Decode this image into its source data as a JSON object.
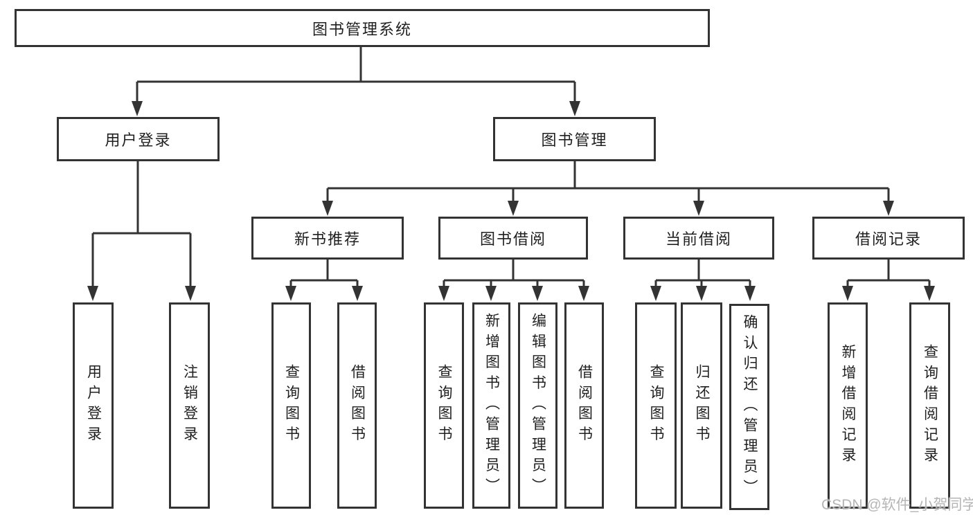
{
  "colors": {
    "line": "#333333",
    "text": "#1f1f1f",
    "background": "#ffffff",
    "watermark": "#b5b5b5"
  },
  "watermark": {
    "text": "CSDN @软件_小贺同学"
  },
  "tree": {
    "root": {
      "label": "图书管理系统"
    },
    "branches": [
      {
        "label": "用户登录",
        "children": [
          {
            "label": "用户登录"
          },
          {
            "label": "注销登录"
          }
        ]
      },
      {
        "label": "图书管理",
        "children": [
          {
            "label": "新书推荐",
            "children": [
              {
                "label": "查询图书"
              },
              {
                "label": "借阅图书"
              }
            ]
          },
          {
            "label": "图书借阅",
            "children": [
              {
                "label": "查询图书"
              },
              {
                "label": "新增图书（管理员）"
              },
              {
                "label": "编辑图书（管理员）"
              },
              {
                "label": "借阅图书"
              }
            ]
          },
          {
            "label": "当前借阅",
            "children": [
              {
                "label": "查询图书"
              },
              {
                "label": "归还图书"
              },
              {
                "label": "确认归还（管理员）"
              }
            ]
          },
          {
            "label": "借阅记录",
            "children": [
              {
                "label": "新增借阅记录"
              },
              {
                "label": "查询借阅记录"
              }
            ]
          }
        ]
      }
    ]
  }
}
